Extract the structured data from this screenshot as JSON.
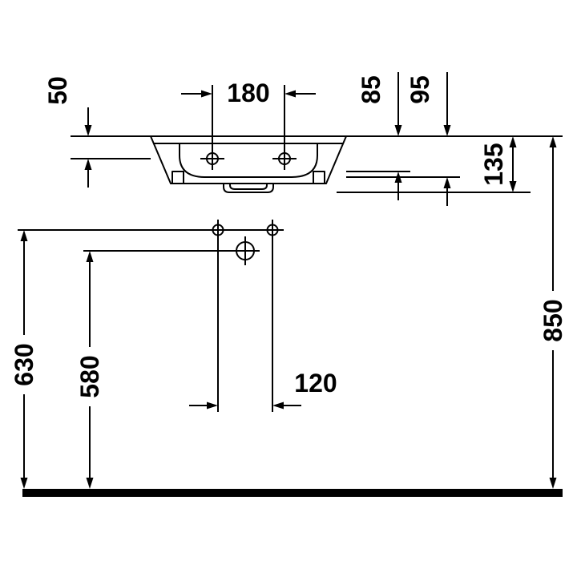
{
  "drawing": {
    "type": "washbasin front elevation technical drawing",
    "colors": {
      "line": "#000000",
      "floor": "#000000",
      "background": "#ffffff"
    },
    "dimensions": {
      "d50": "50",
      "d180": "180",
      "d85": "85",
      "d95": "95",
      "d135": "135",
      "d850": "850",
      "d630": "630",
      "d580": "580",
      "d120": "120"
    }
  }
}
